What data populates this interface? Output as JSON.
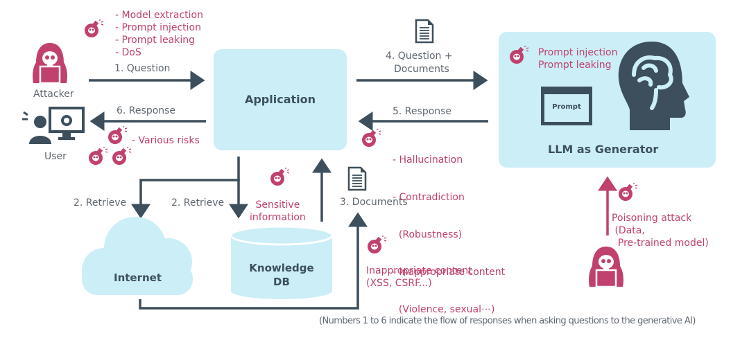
{
  "colors": {
    "box_fill": "#cbeef7",
    "arrow": "#3d4f5c",
    "risk": "#c0416e",
    "label": "#5e6770"
  },
  "actors": {
    "attacker_top": {
      "label": "Attacker",
      "icon": "hooded-attacker-icon"
    },
    "user": {
      "label": "User",
      "icon": "user-monitor-icon"
    },
    "attacker_bottom": {
      "icon": "hooded-attacker-icon"
    }
  },
  "nodes": {
    "application": "Application",
    "llm": "LLM as Generator",
    "prompt_window": "Prompt",
    "internet": "Internet",
    "knowledge_db": [
      "Knowledge",
      "DB"
    ]
  },
  "flows": {
    "question": "1. Question",
    "retrieve_internet": "2. Retrieve",
    "retrieve_db": "2. Retrieve",
    "documents": "3. Documents",
    "question_documents": [
      "4. Question +",
      "Documents"
    ],
    "response_llm": "5. Response",
    "response_user": "6. Response"
  },
  "risks": {
    "attacker_input": [
      "- Model extraction",
      "- Prompt injection",
      "- Prompt leaking",
      "- DoS"
    ],
    "user_output": "- Various risks",
    "llm_prompt": [
      "Prompt injection",
      "Prompt leaking"
    ],
    "llm_response": [
      "- Hallucination",
      "- Contradiction",
      "  (Robustness)",
      "- Inappropriate content",
      "  (Violence, sexual⋯)"
    ],
    "knowledge_db": [
      "Sensitive",
      "information"
    ],
    "internet_docs": [
      "Inappropriate content",
      "(XSS, CSRF...)"
    ],
    "poisoning": [
      "Poisoning attack",
      " (Data,",
      "  Pre-trained model)"
    ]
  },
  "footnote": "(Numbers 1 to 6 indicate the flow of responses when asking questions to the generative AI)"
}
